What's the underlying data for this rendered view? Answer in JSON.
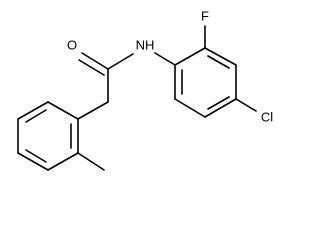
{
  "molecule": {
    "atom_labels": {
      "oxygen": "O",
      "nitrogen": "NH",
      "fluorine": "F",
      "chlorine": "Cl"
    }
  }
}
